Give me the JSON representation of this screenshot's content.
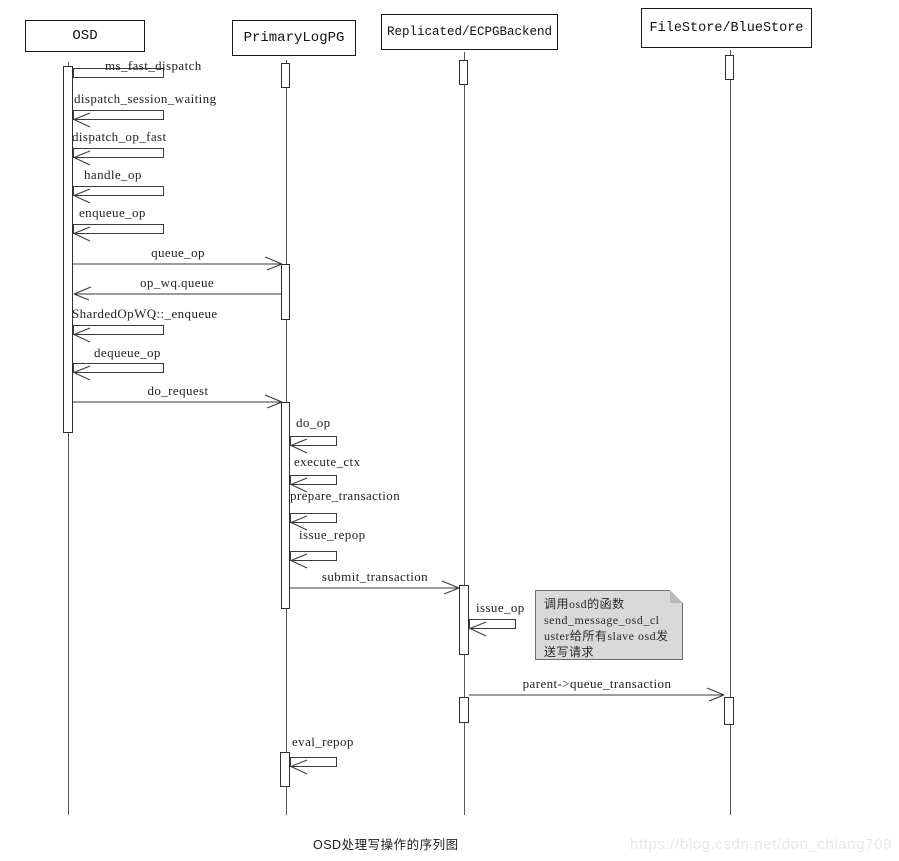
{
  "diagram": {
    "kind": "uml-sequence-diagram",
    "caption": "OSD处理写操作的序列图",
    "watermark": "https://blog.csdn.net/don_chiang709",
    "colors": {
      "line": "#3a3a3a",
      "note_bg": "#d9d9d9",
      "watermark": "#e7e7e7"
    },
    "actors": [
      {
        "label": "OSD"
      },
      {
        "label": "PrimaryLogPG"
      },
      {
        "label": "Replicated/ECPGBackend"
      },
      {
        "label": "FileStore/BlueStore"
      }
    ],
    "messages": [
      {
        "label": "ms_fast_dispatch",
        "from": "OSD",
        "to": "OSD",
        "kind": "self"
      },
      {
        "label": "dispatch_session_waiting",
        "from": "OSD",
        "to": "OSD",
        "kind": "self"
      },
      {
        "label": "dispatch_op_fast",
        "from": "OSD",
        "to": "OSD",
        "kind": "self"
      },
      {
        "label": "handle_op",
        "from": "OSD",
        "to": "OSD",
        "kind": "self"
      },
      {
        "label": "enqueue_op",
        "from": "OSD",
        "to": "OSD",
        "kind": "self"
      },
      {
        "label": "queue_op",
        "from": "OSD",
        "to": "PrimaryLogPG",
        "kind": "call"
      },
      {
        "label": "op_wq.queue",
        "from": "PrimaryLogPG",
        "to": "OSD",
        "kind": "call"
      },
      {
        "label": "ShardedOpWQ::_enqueue",
        "from": "OSD",
        "to": "OSD",
        "kind": "self"
      },
      {
        "label": "dequeue_op",
        "from": "OSD",
        "to": "OSD",
        "kind": "self"
      },
      {
        "label": "do_request",
        "from": "OSD",
        "to": "PrimaryLogPG",
        "kind": "call"
      },
      {
        "label": "do_op",
        "from": "PrimaryLogPG",
        "to": "PrimaryLogPG",
        "kind": "self"
      },
      {
        "label": "execute_ctx",
        "from": "PrimaryLogPG",
        "to": "PrimaryLogPG",
        "kind": "self"
      },
      {
        "label": "prepare_transaction",
        "from": "PrimaryLogPG",
        "to": "PrimaryLogPG",
        "kind": "self"
      },
      {
        "label": "issue_repop",
        "from": "PrimaryLogPG",
        "to": "PrimaryLogPG",
        "kind": "self"
      },
      {
        "label": "submit_transaction",
        "from": "PrimaryLogPG",
        "to": "Replicated/ECPGBackend",
        "kind": "call"
      },
      {
        "label": "issue_op",
        "from": "Replicated/ECPGBackend",
        "to": "Replicated/ECPGBackend",
        "kind": "self"
      },
      {
        "label": "parent->queue_transaction",
        "from": "Replicated/ECPGBackend",
        "to": "FileStore/BlueStore",
        "kind": "call"
      },
      {
        "label": "eval_repop",
        "from": "PrimaryLogPG",
        "to": "PrimaryLogPG",
        "kind": "self"
      }
    ],
    "note": {
      "attached_to": "issue_op",
      "text": "调用osd的函数send_message_osd_cluster给所有slave osd发送写请求",
      "lines": [
        "调用osd的函数",
        "send_message_osd_cl",
        "uster给所有slave osd发",
        "送写请求"
      ]
    }
  }
}
